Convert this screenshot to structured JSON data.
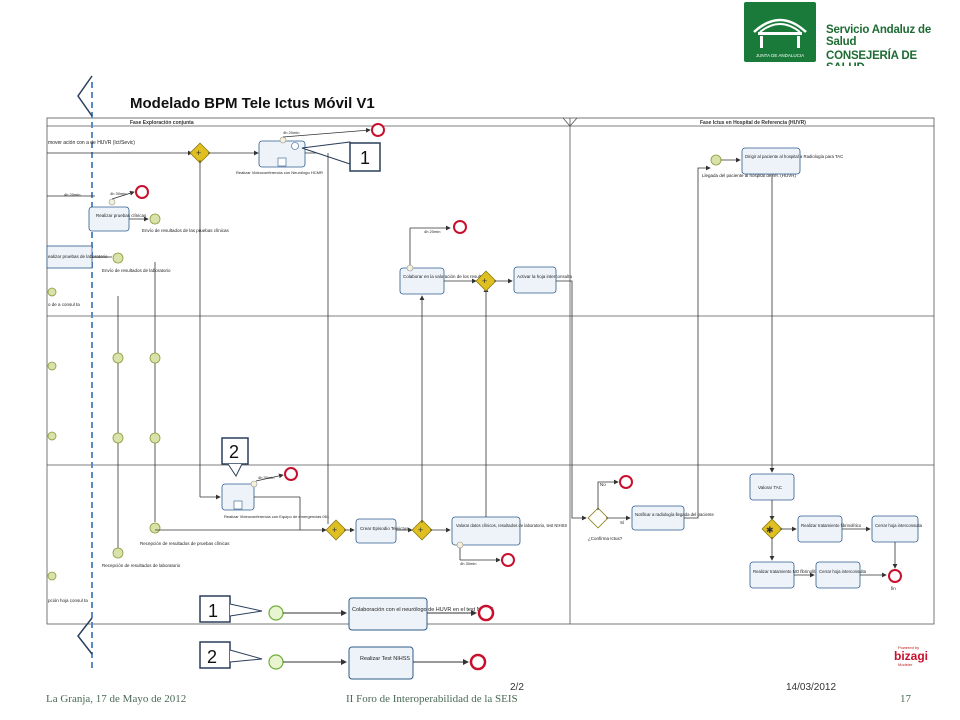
{
  "header": {
    "org_line1": "Servicio Andaluz de Salud",
    "org_line2": "CONSEJERÍA DE SALUD",
    "logo_text": "JUNTA DE ANDALUCIA"
  },
  "diagram": {
    "title": "Modelado BPM Tele Ictus Móvil V1",
    "phase_left": "Fase Exploración conjunta",
    "phase_right": "Fase Ictus en Hospital de Referencia (HUVR)",
    "tasks": {
      "videoconf_neuro": "Realizar Videoconferencia con Neurólogo HCMR",
      "pruebas_clinicas": "Realizar pruebas clínicas",
      "pruebas_lab": "Realizar pruebas de laboratorio",
      "colaborar": "Colaborar en la valoración de los resultados",
      "activar_hoja": "Activar la hoja interconsulta",
      "videoconf_equipo": "Realizar Videoconferencia con Equipo de emergencias 061",
      "crear_episodio": "Crear Episodio Teleictus",
      "valorar": "Valorar datos clínicos, resultados de laboratorio, test NIHSS",
      "notificar": "Notificar a radiología llegada del paciente",
      "dirigir": "Dirigir al paciente al hospital a Radiología para TAC",
      "tac": "Valorar TAC",
      "fibrinolitico": "Realizar tratamiento fibrinolítico",
      "no_fibrinolitico": "Realizar tratamiento NO fibrinolítico",
      "cerrar1": "Cerrar hoja interconsulta",
      "cerrar2": "Cerrar hoja interconsulta",
      "task_bottom1": "Colaboración con el neurólogo de HUVR en el test NIHSS",
      "task_bottom2": "Realizar Test NIHSS"
    },
    "events": {
      "envio_clinicas": "Envío de resultados de las pruebas clínicas",
      "envio_lab": "Envío de resultados de laboratorio",
      "recepcion_clinicas": "Recepción de resultados de pruebas clínicas",
      "recepcion_lab": "Recepción de resultados de laboratorio",
      "llegada": "Llegada del paciente al hospital de ref. (HUVR)",
      "fin": "fin"
    },
    "partial": {
      "l1": "mover ación con a de HUVR (Ict/Sevic)",
      "l2": "ealizar pruebas de laboratorio",
      "l3": "o de a consul ta",
      "l4": "pción hoja consul ta"
    },
    "timers": {
      "t1": "4h 20min",
      "t2": "4h 20min",
      "t3": "4h 30min",
      "t4": "4h 30min",
      "t5": "4h 30min",
      "t6": "4h 20min"
    },
    "gateway_question": "¿Confirma Ictus?",
    "gateway_yes": "Sí",
    "gateway_no": "No",
    "callout1": "1",
    "callout2": "2",
    "callout3": "1",
    "callout4": "2",
    "bizagi": "bizagi",
    "bizagi_sub1": "Powered by",
    "bizagi_sub2": "Modeler",
    "page_num_partial": "2/2",
    "date_partial": "14/03/2012"
  },
  "footer": {
    "left": "La Granja, 17 de Mayo de 2012",
    "center": "II Foro de Interoperabilidad de la SEIS",
    "page": "17"
  },
  "colors": {
    "task_border": "#2d5c8a",
    "task_fill": "#eef3f9",
    "event_start": "#6fae3a",
    "event_end": "#c8102e",
    "gateway": "#e0c020",
    "callout_border": "#2b3f5c",
    "dash": "#5b8ac8",
    "logo": "#1a7a3a"
  }
}
